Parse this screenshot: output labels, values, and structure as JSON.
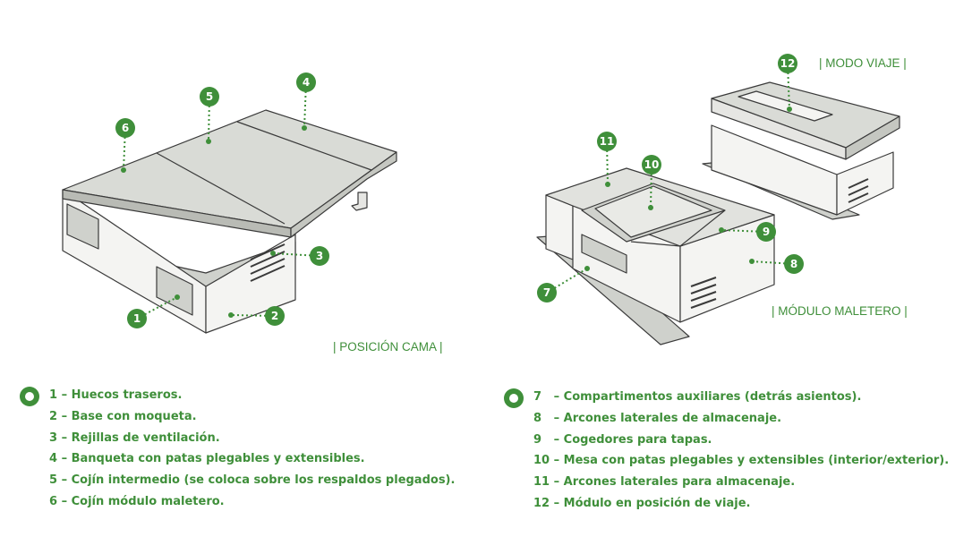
{
  "colors": {
    "accent": "#3f8f3a",
    "surface": "#d9dbd6",
    "outline": "#3a3a3a"
  },
  "captions": {
    "bed": "| POSICIÓN CAMA |",
    "trunk": "| MÓDULO MALETERO |",
    "travel": "| MODO VIAJE |"
  },
  "markers": [
    "1",
    "2",
    "3",
    "4",
    "5",
    "6",
    "7",
    "8",
    "9",
    "10",
    "11",
    "12"
  ],
  "legend_left": [
    "1 – Huecos traseros.",
    "2 – Base con moqueta.",
    "3 – Rejillas de ventilación.",
    "4 – Banqueta con patas plegables y extensibles.",
    "5 – Cojín intermedio (se coloca sobre los respaldos plegados).",
    "6 – Cojín módulo maletero."
  ],
  "legend_right": [
    "7   – Compartimentos auxiliares (detrás asientos).",
    "8   – Arcones laterales de almacenaje.",
    "9   – Cogedores para tapas.",
    "10 – Mesa con patas plegables y extensibles (interior/exterior).",
    "11 – Arcones laterales para almacenaje.",
    "12 – Módulo en posición de viaje."
  ]
}
